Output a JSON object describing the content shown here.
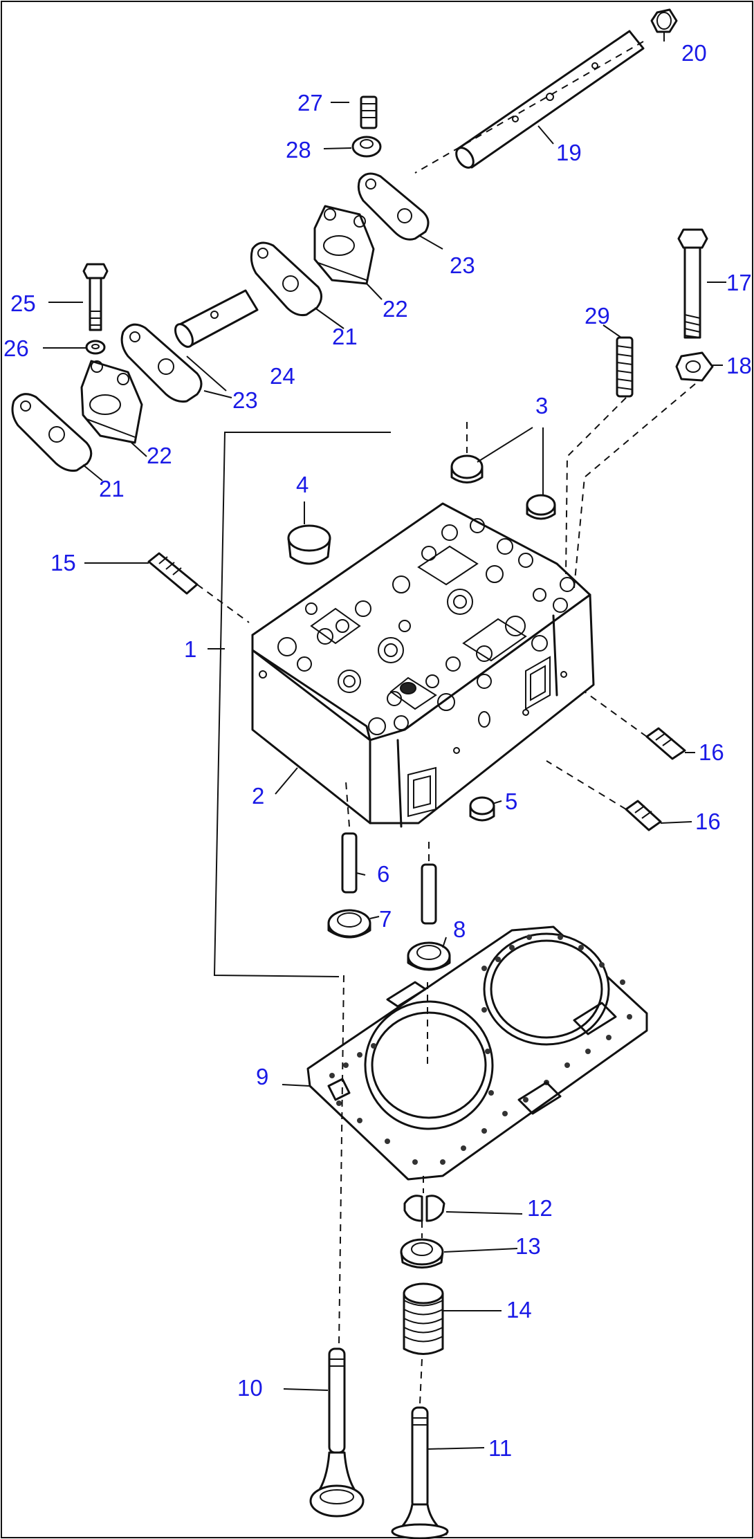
{
  "callouts": [
    {
      "id": "1",
      "label": "1"
    },
    {
      "id": "2",
      "label": "2"
    },
    {
      "id": "3",
      "label": "3"
    },
    {
      "id": "4",
      "label": "4"
    },
    {
      "id": "5",
      "label": "5"
    },
    {
      "id": "6",
      "label": "6"
    },
    {
      "id": "7",
      "label": "7"
    },
    {
      "id": "8",
      "label": "8"
    },
    {
      "id": "9",
      "label": "9"
    },
    {
      "id": "10",
      "label": "10"
    },
    {
      "id": "11",
      "label": "11"
    },
    {
      "id": "12",
      "label": "12"
    },
    {
      "id": "13",
      "label": "13"
    },
    {
      "id": "14",
      "label": "14"
    },
    {
      "id": "15",
      "label": "15"
    },
    {
      "id": "16a",
      "label": "16"
    },
    {
      "id": "16b",
      "label": "16"
    },
    {
      "id": "17",
      "label": "17"
    },
    {
      "id": "18",
      "label": "18"
    },
    {
      "id": "19",
      "label": "19"
    },
    {
      "id": "20",
      "label": "20"
    },
    {
      "id": "21a",
      "label": "21"
    },
    {
      "id": "21b",
      "label": "21"
    },
    {
      "id": "22a",
      "label": "22"
    },
    {
      "id": "22b",
      "label": "22"
    },
    {
      "id": "23a",
      "label": "23"
    },
    {
      "id": "23b",
      "label": "23"
    },
    {
      "id": "24",
      "label": "24"
    },
    {
      "id": "25",
      "label": "25"
    },
    {
      "id": "26",
      "label": "26"
    },
    {
      "id": "27",
      "label": "27"
    },
    {
      "id": "28",
      "label": "28"
    },
    {
      "id": "29",
      "label": "29"
    }
  ],
  "colors": {
    "callout": "#1a1ae6",
    "line": "#111111"
  }
}
